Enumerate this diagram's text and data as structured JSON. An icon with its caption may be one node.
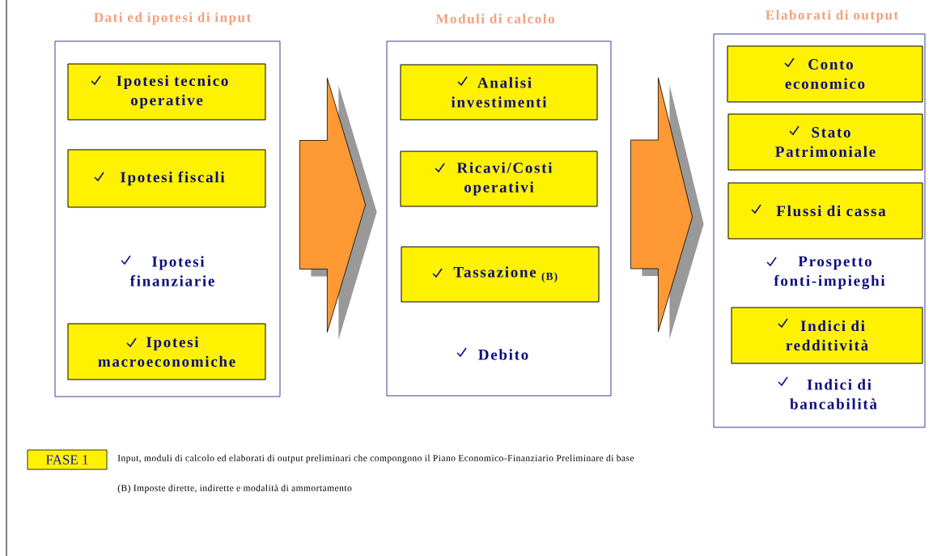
{
  "diagram": {
    "nodes": [
      {
        "text": [
          "Dati ed ipotesi di input"
        ]
      },
      {
        "text": [
          "Ipotesi tecnico operative"
        ],
        "in": 0
      },
      {
        "text": [
          "Ipotesi fiscali"
        ],
        "in": 0
      },
      {
        "text": [
          "Ipotesi finanziarie"
        ],
        "in": 0
      },
      {
        "text": [
          "Ipotesi macroeconomiche"
        ],
        "in": 0
      },
      {
        "text": [
          "Moduli di calcolo"
        ]
      },
      {
        "text": [
          "Analisi investimenti"
        ],
        "in": 5
      },
      {
        "text": [
          "Ricavi/Costi operativi"
        ],
        "in": 5
      },
      {
        "text": [
          "Tassazione $_{(B)}$"
        ],
        "in": 5
      },
      {
        "text": [
          "Debito"
        ],
        "in": 5
      },
      {
        "text": [
          "Elaborati di output"
        ]
      },
      {
        "text": [
          "Conto economico"
        ],
        "in": 10
      },
      {
        "text": [
          "Stato Patrimoniale"
        ],
        "in": 10
      },
      {
        "text": [
          "Flussi di cassa"
        ],
        "in": 10
      },
      {
        "text": [
          "Prospetto fonti-impieghi"
        ],
        "in": 10
      },
      {
        "text": [
          "Indici di redditività"
        ],
        "in": 10
      },
      {
        "text": [
          "Indici di bancabilità"
        ],
        "in": 10
      },
      {
        "text": [
          "FASE 1"
        ],
        "beside": [
          "Input, moduli di calcolo ed elaborati di output preliminari che compongono il Piano Economico-Finanziario Preliminare di base"
        ]
      }
    ],
    "edges": [
      {
        "from": 0,
        "to": 5,
        "arrow": "to"
      },
      {
        "from": 5,
        "to": 10,
        "arrow": "to"
      }
    ],
    "labels": [
      "(B) Imposte dirette, indirette e modalità di ammortamento"
    ]
  }
}
